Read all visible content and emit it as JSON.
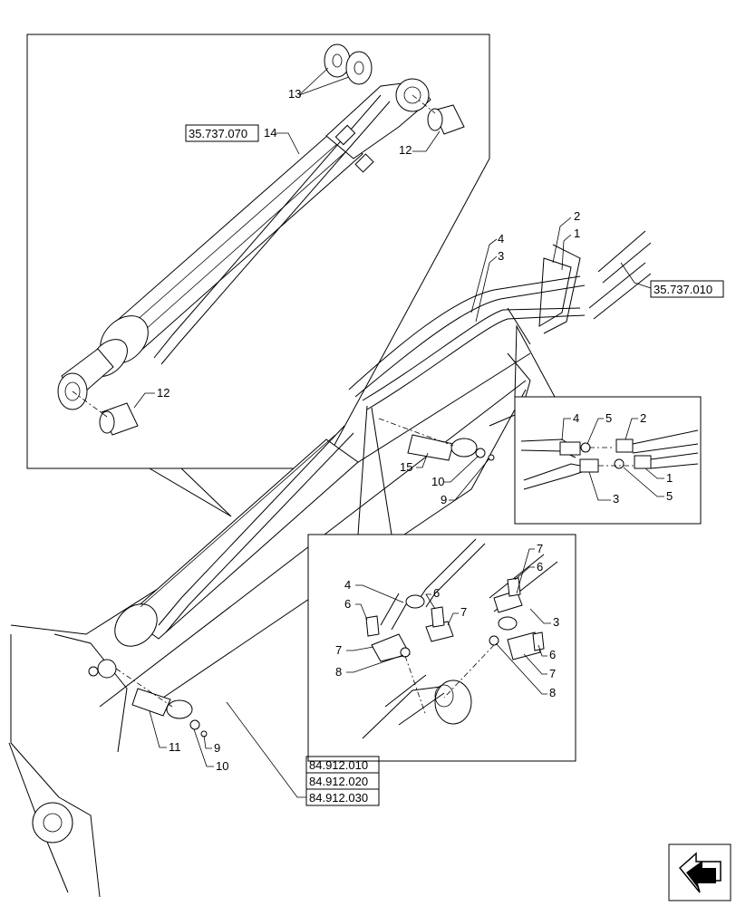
{
  "references": {
    "r1": "35.737.070",
    "r2": "35.737.010",
    "r3": "84.912.010",
    "r4": "84.912.020",
    "r5": "84.912.030"
  },
  "callouts": {
    "c13": "13",
    "c14": "14",
    "c12a": "12",
    "c12b": "12",
    "d2": "2",
    "d1": "1",
    "d4": "4",
    "d3": "3",
    "d15": "15",
    "d10": "10",
    "d9": "9",
    "e4": "4",
    "e5a": "5",
    "e2": "2",
    "e1": "1",
    "e3": "3",
    "e5b": "5",
    "f7a": "7",
    "f6a": "6",
    "f4": "4",
    "f6b": "6",
    "f7b": "7",
    "f6c": "6",
    "f3": "3",
    "f7c": "7",
    "f8a": "8",
    "f6d": "6",
    "f7d": "7",
    "f8b": "8",
    "g11": "11",
    "g9": "9",
    "g10": "10"
  },
  "icons": {
    "navigation": "arrow-nav-icon"
  }
}
